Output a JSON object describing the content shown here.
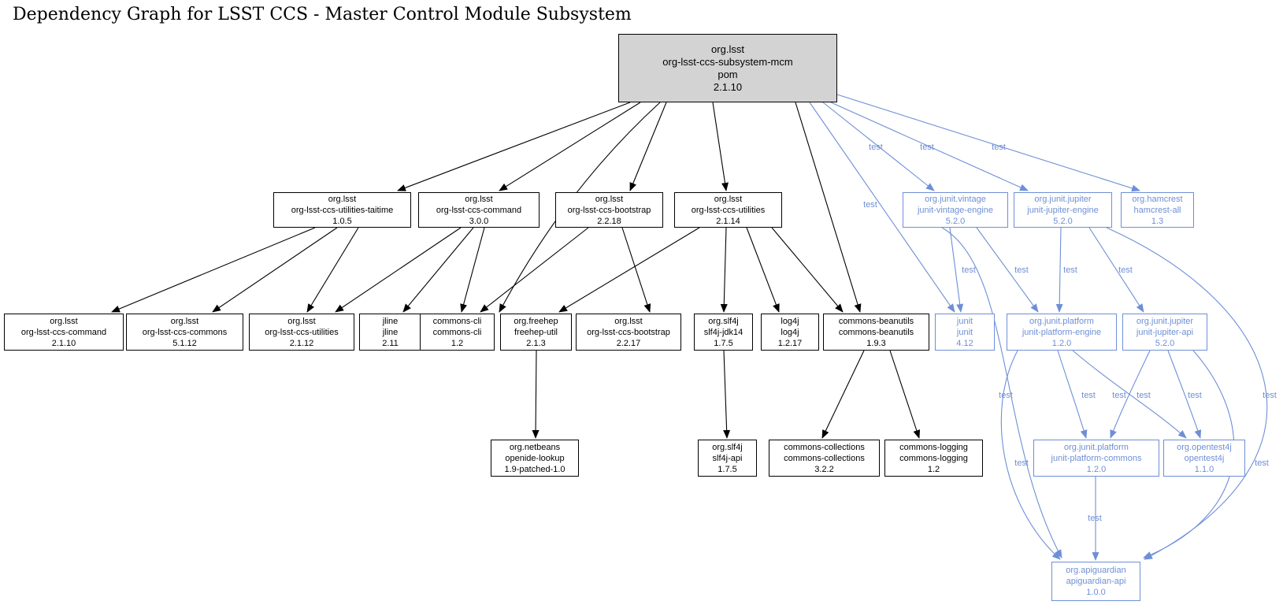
{
  "title": "Dependency Graph for LSST CCS - Master Control Module Subsystem",
  "edge_label": "test",
  "colors": {
    "background": "#ffffff",
    "title_color": "#000000",
    "node_border": "#000000",
    "node_fill": "#ffffff",
    "root_fill": "#d3d3d3",
    "test_accent": "#6e8fd6"
  },
  "nodes": {
    "root": {
      "group": "org.lsst",
      "artifact": "org-lsst-ccs-subsystem-mcm",
      "packaging": "pom",
      "version": "2.1.10"
    },
    "taitime": {
      "group": "org.lsst",
      "artifact": "org-lsst-ccs-utilities-taitime",
      "version": "1.0.5"
    },
    "command_300": {
      "group": "org.lsst",
      "artifact": "org-lsst-ccs-command",
      "version": "3.0.0"
    },
    "bootstrap_2218": {
      "group": "org.lsst",
      "artifact": "org-lsst-ccs-bootstrap",
      "version": "2.2.18"
    },
    "utilities_2114": {
      "group": "org.lsst",
      "artifact": "org-lsst-ccs-utilities",
      "version": "2.1.14"
    },
    "vintage_engine": {
      "group": "org.junit.vintage",
      "artifact": "junit-vintage-engine",
      "version": "5.2.0",
      "scope": "test"
    },
    "jupiter_engine": {
      "group": "org.junit.jupiter",
      "artifact": "junit-jupiter-engine",
      "version": "5.2.0",
      "scope": "test"
    },
    "hamcrest_all": {
      "group": "org.hamcrest",
      "artifact": "hamcrest-all",
      "version": "1.3",
      "scope": "test"
    },
    "command_2110": {
      "group": "org.lsst",
      "artifact": "org-lsst-ccs-command",
      "version": "2.1.10"
    },
    "commons_5112": {
      "group": "org.lsst",
      "artifact": "org-lsst-ccs-commons",
      "version": "5.1.12"
    },
    "utilities_2112": {
      "group": "org.lsst",
      "artifact": "org-lsst-ccs-utilities",
      "version": "2.1.12"
    },
    "jline": {
      "group": "jline",
      "artifact": "jline",
      "version": "2.11"
    },
    "commons_cli": {
      "group": "commons-cli",
      "artifact": "commons-cli",
      "version": "1.2"
    },
    "freehep_util": {
      "group": "org.freehep",
      "artifact": "freehep-util",
      "version": "2.1.3"
    },
    "bootstrap_2217": {
      "group": "org.lsst",
      "artifact": "org-lsst-ccs-bootstrap",
      "version": "2.2.17"
    },
    "slf4j_jdk14": {
      "group": "org.slf4j",
      "artifact": "slf4j-jdk14",
      "version": "1.7.5"
    },
    "log4j": {
      "group": "log4j",
      "artifact": "log4j",
      "version": "1.2.17"
    },
    "commons_beanutils": {
      "group": "commons-beanutils",
      "artifact": "commons-beanutils",
      "version": "1.9.3"
    },
    "junit": {
      "group": "junit",
      "artifact": "junit",
      "version": "4.12",
      "scope": "test"
    },
    "platform_engine": {
      "group": "org.junit.platform",
      "artifact": "junit-platform-engine",
      "version": "1.2.0",
      "scope": "test"
    },
    "jupiter_api": {
      "group": "org.junit.jupiter",
      "artifact": "junit-jupiter-api",
      "version": "5.2.0",
      "scope": "test"
    },
    "openide_lookup": {
      "group": "org.netbeans",
      "artifact": "openide-lookup",
      "version": "1.9-patched-1.0"
    },
    "slf4j_api": {
      "group": "org.slf4j",
      "artifact": "slf4j-api",
      "version": "1.7.5"
    },
    "commons_collections": {
      "group": "commons-collections",
      "artifact": "commons-collections",
      "version": "3.2.2"
    },
    "commons_logging": {
      "group": "commons-logging",
      "artifact": "commons-logging",
      "version": "1.2"
    },
    "platform_commons": {
      "group": "org.junit.platform",
      "artifact": "junit-platform-commons",
      "version": "1.2.0",
      "scope": "test"
    },
    "opentest4j": {
      "group": "org.opentest4j",
      "artifact": "opentest4j",
      "version": "1.1.0",
      "scope": "test"
    },
    "apiguardian": {
      "group": "org.apiguardian",
      "artifact": "apiguardian-api",
      "version": "1.0.0",
      "scope": "test"
    }
  },
  "edges": [
    {
      "from": "root",
      "to": "taitime",
      "scope": "compile"
    },
    {
      "from": "root",
      "to": "command_300",
      "scope": "compile"
    },
    {
      "from": "root",
      "to": "bootstrap_2218",
      "scope": "compile"
    },
    {
      "from": "root",
      "to": "utilities_2114",
      "scope": "compile"
    },
    {
      "from": "root",
      "to": "commons_cli",
      "scope": "compile"
    },
    {
      "from": "root",
      "to": "commons_beanutils",
      "scope": "compile"
    },
    {
      "from": "taitime",
      "to": "command_2110",
      "scope": "compile"
    },
    {
      "from": "taitime",
      "to": "commons_5112",
      "scope": "compile"
    },
    {
      "from": "taitime",
      "to": "utilities_2112",
      "scope": "compile"
    },
    {
      "from": "command_300",
      "to": "utilities_2112",
      "scope": "compile"
    },
    {
      "from": "command_300",
      "to": "jline",
      "scope": "compile"
    },
    {
      "from": "command_300",
      "to": "commons_cli",
      "scope": "compile"
    },
    {
      "from": "bootstrap_2218",
      "to": "commons_cli",
      "scope": "compile"
    },
    {
      "from": "bootstrap_2218",
      "to": "bootstrap_2217",
      "scope": "compile"
    },
    {
      "from": "utilities_2114",
      "to": "freehep_util",
      "scope": "compile"
    },
    {
      "from": "utilities_2114",
      "to": "slf4j_jdk14",
      "scope": "compile"
    },
    {
      "from": "utilities_2114",
      "to": "log4j",
      "scope": "compile"
    },
    {
      "from": "utilities_2114",
      "to": "commons_beanutils",
      "scope": "compile"
    },
    {
      "from": "freehep_util",
      "to": "openide_lookup",
      "scope": "compile"
    },
    {
      "from": "slf4j_jdk14",
      "to": "slf4j_api",
      "scope": "compile"
    },
    {
      "from": "commons_beanutils",
      "to": "commons_collections",
      "scope": "compile"
    },
    {
      "from": "commons_beanutils",
      "to": "commons_logging",
      "scope": "compile"
    },
    {
      "from": "root",
      "to": "vintage_engine",
      "scope": "test"
    },
    {
      "from": "root",
      "to": "jupiter_engine",
      "scope": "test"
    },
    {
      "from": "root",
      "to": "hamcrest_all",
      "scope": "test"
    },
    {
      "from": "root",
      "to": "junit",
      "scope": "test"
    },
    {
      "from": "vintage_engine",
      "to": "junit",
      "scope": "test"
    },
    {
      "from": "vintage_engine",
      "to": "platform_engine",
      "scope": "test"
    },
    {
      "from": "vintage_engine",
      "to": "apiguardian",
      "scope": "test"
    },
    {
      "from": "jupiter_engine",
      "to": "platform_engine",
      "scope": "test"
    },
    {
      "from": "jupiter_engine",
      "to": "jupiter_api",
      "scope": "test"
    },
    {
      "from": "jupiter_engine",
      "to": "apiguardian",
      "scope": "test"
    },
    {
      "from": "platform_engine",
      "to": "platform_commons",
      "scope": "test"
    },
    {
      "from": "platform_engine",
      "to": "opentest4j",
      "scope": "test"
    },
    {
      "from": "platform_engine",
      "to": "apiguardian",
      "scope": "test"
    },
    {
      "from": "jupiter_api",
      "to": "platform_commons",
      "scope": "test"
    },
    {
      "from": "jupiter_api",
      "to": "opentest4j",
      "scope": "test"
    },
    {
      "from": "jupiter_api",
      "to": "apiguardian",
      "scope": "test"
    },
    {
      "from": "platform_commons",
      "to": "apiguardian",
      "scope": "test"
    }
  ]
}
